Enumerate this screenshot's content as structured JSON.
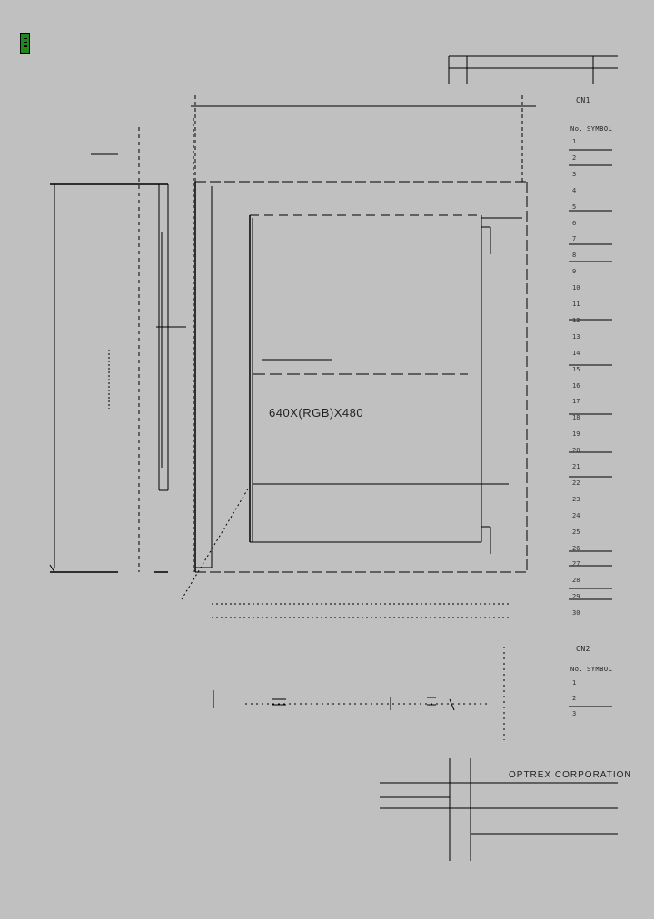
{
  "drawing": {
    "model_label": "640X(RGB)X480",
    "company": "OPTREX CORPORATION",
    "icon": "document-icon"
  },
  "connector_1": {
    "title": "CN1",
    "header_no": "No.",
    "header_symbol": "SYMBOL",
    "pins": [
      "1",
      "2",
      "3",
      "4",
      "5",
      "6",
      "7",
      "8",
      "9",
      "10",
      "11",
      "12",
      "13",
      "14",
      "15",
      "16",
      "17",
      "18",
      "19",
      "20",
      "21",
      "22",
      "23",
      "24",
      "25",
      "26",
      "27",
      "28",
      "29",
      "30"
    ]
  },
  "connector_2": {
    "title": "CN2",
    "header_no": "No.",
    "header_symbol": "SYMBOL",
    "pins": [
      "1",
      "2",
      "3"
    ]
  }
}
